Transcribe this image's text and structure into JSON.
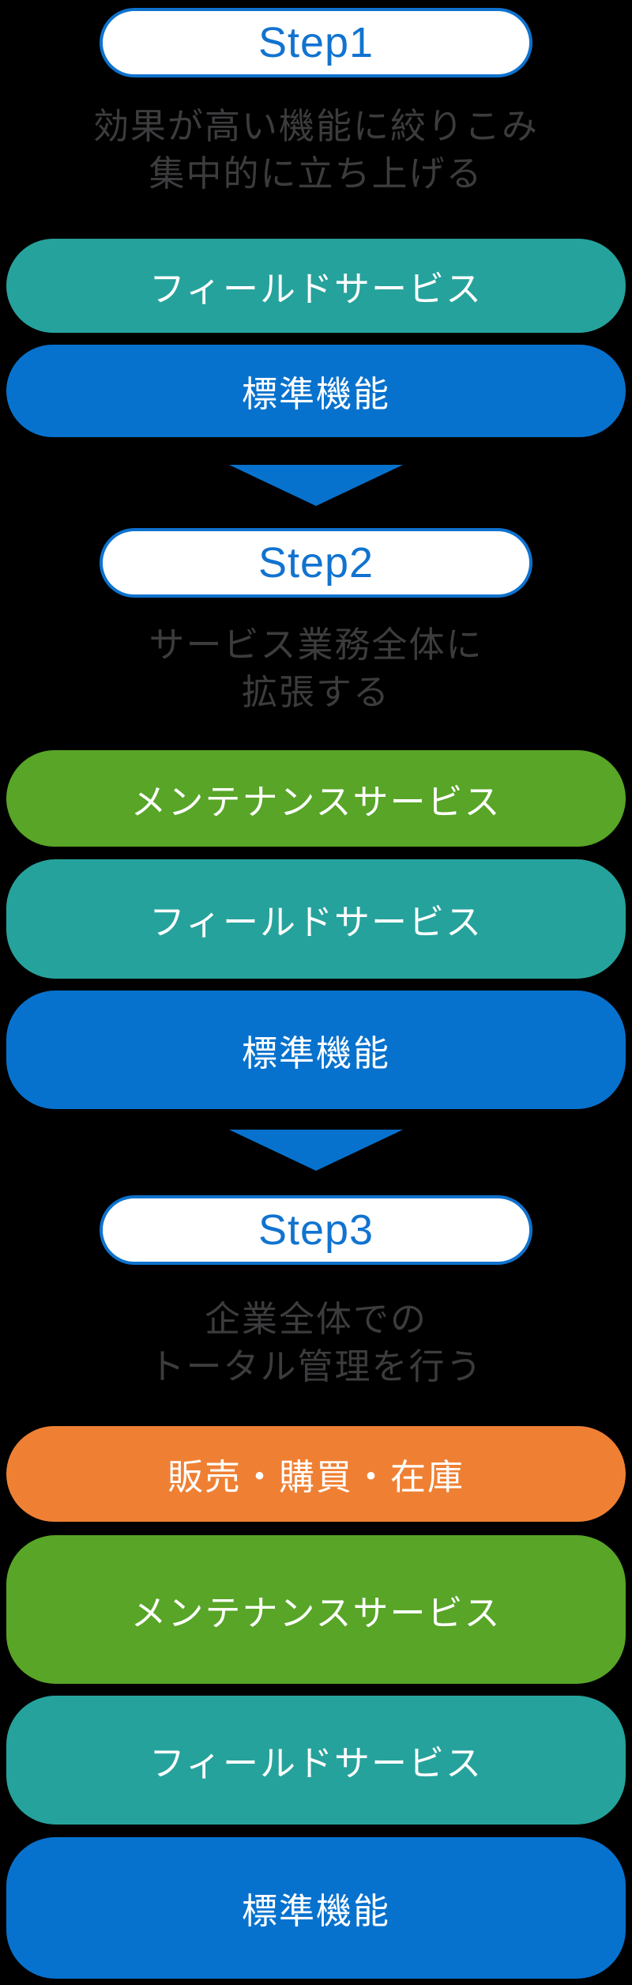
{
  "diagram_title": "step-up-roadmap",
  "palette": {
    "background": "#000000",
    "step_border_blue": "#0E72CE",
    "step_text_blue": "#1173D0",
    "arrow_blue": "#0772CE",
    "description_gray": "#3C3C3E",
    "pill_text_white": "#FFFFFF",
    "teal": "#26A29C",
    "blue": "#0772CE",
    "green": "#58A527",
    "orange": "#EF8033"
  },
  "steps": [
    {
      "label": "Step1",
      "description_line1": "効果が高い機能に絞りこみ",
      "description_line2": "集中的に立ち上げる",
      "layers": [
        {
          "label": "フィールドサービス",
          "color": "#26A29C"
        },
        {
          "label": "標準機能",
          "color": "#0772CE"
        }
      ]
    },
    {
      "label": "Step2",
      "description_line1": "サービス業務全体に",
      "description_line2": "拡張する",
      "layers": [
        {
          "label": "メンテナンスサービス",
          "color": "#58A527"
        },
        {
          "label": "フィールドサービス",
          "color": "#26A29C"
        },
        {
          "label": "標準機能",
          "color": "#0772CE"
        }
      ]
    },
    {
      "label": "Step3",
      "description_line1": "企業全体での",
      "description_line2": "トータル管理を行う",
      "layers": [
        {
          "label": "販売・購買・在庫",
          "color": "#EF8033"
        },
        {
          "label": "メンテナンスサービス",
          "color": "#58A527"
        },
        {
          "label": "フィールドサービス",
          "color": "#26A29C"
        },
        {
          "label": "標準機能",
          "color": "#0772CE"
        }
      ]
    }
  ]
}
